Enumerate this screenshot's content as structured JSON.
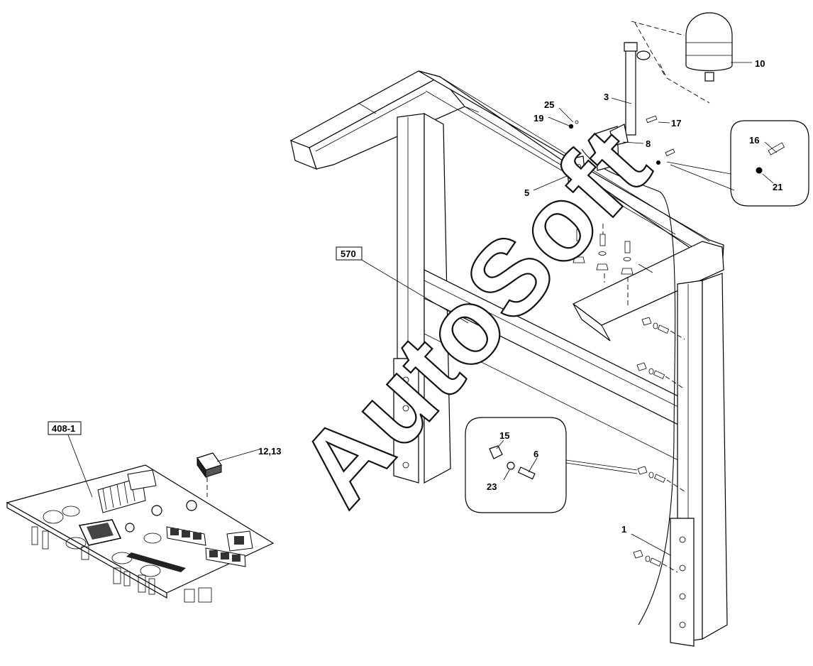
{
  "watermark": "AutoSoft",
  "assembly_refs": [
    {
      "id": "ref-570",
      "text": "570"
    },
    {
      "id": "ref-408-1",
      "text": "408-1"
    }
  ],
  "callouts": [
    {
      "id": "c10",
      "text": "10"
    },
    {
      "id": "c3",
      "text": "3"
    },
    {
      "id": "c25",
      "text": "25"
    },
    {
      "id": "c19",
      "text": "19"
    },
    {
      "id": "c17",
      "text": "17"
    },
    {
      "id": "c8",
      "text": "8"
    },
    {
      "id": "c5",
      "text": "5"
    },
    {
      "id": "c16",
      "text": "16"
    },
    {
      "id": "c21",
      "text": "21"
    },
    {
      "id": "c1213",
      "text": "12,13"
    },
    {
      "id": "c15",
      "text": "15"
    },
    {
      "id": "c6",
      "text": "6"
    },
    {
      "id": "c23",
      "text": "23"
    },
    {
      "id": "c1",
      "text": "1"
    }
  ]
}
